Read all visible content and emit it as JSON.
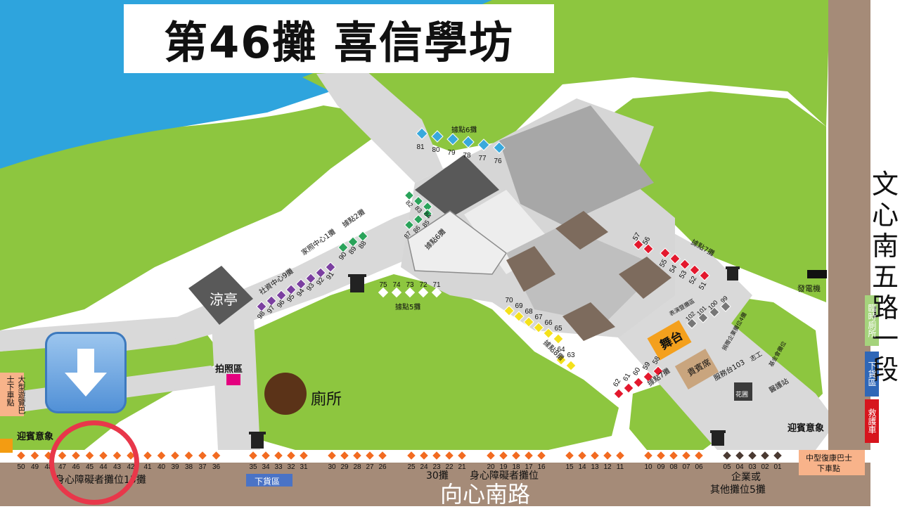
{
  "title": "第46攤 喜信學坊",
  "road_vertical": [
    "文",
    "心",
    "南",
    "五",
    "路",
    "一",
    "段"
  ],
  "road_bottom": "向心南路",
  "pavilion_label": "涼亭",
  "toilet_label": "廁所",
  "photo_label": "拍照區",
  "stage_label": "舞台",
  "vip_area_label": "貴賓席",
  "generator_label": "發電機",
  "welcome_left": "迎賓意象",
  "welcome_right": "迎賓意象",
  "big_bus_label": "大型遊覽巴士下車點",
  "mid_bus_label": [
    "中型復康巴士",
    "下車點"
  ],
  "unloading_label": "下貨區",
  "side_labels": {
    "toilet_temp": "臨時廁所",
    "unloading": "下貨區",
    "ambulance": "救護車"
  },
  "bottom_notes": {
    "disability_15": "身心障礙者攤位15攤",
    "booths_30": "30攤",
    "disability_right": "身心障礙者攤位",
    "enterprise": "企業或",
    "other_5": "其他攤位5攤"
  },
  "zone_labels": {
    "point6_top": "據點6攤",
    "point6_mid": "據點6攤",
    "point2": "據點2攤",
    "family_center": "家照中心1攤",
    "social_center": "社資中心9攤",
    "point5": "據點5攤",
    "point8": "據點8攤",
    "point7_right": "據點7攤",
    "point7_lower": "據點7攤",
    "stage_booths": "表演暨攤區",
    "service": "服務台103",
    "volunteer": "志工",
    "first_aid": "醫護站",
    "flower": "花圃",
    "enterprise_side": "捐贈企業攤位4攤",
    "ji_jin": "基金會攤位"
  },
  "booth_numbers": {
    "bottom_left_a": [
      "50",
      "49",
      "48",
      "47",
      "46",
      "45",
      "44",
      "43",
      "42"
    ],
    "bottom_left_b": [
      "41",
      "40",
      "39",
      "38",
      "37",
      "36"
    ],
    "bottom_mid_a": [
      "35",
      "34",
      "33",
      "32",
      "31"
    ],
    "bottom_mid_b": [
      "30",
      "29",
      "28",
      "27",
      "26"
    ],
    "bottom_mid_c": [
      "25",
      "24",
      "23",
      "22",
      "21"
    ],
    "bottom_mid_d": [
      "20",
      "19",
      "18",
      "17",
      "16"
    ],
    "bottom_mid_e": [
      "15",
      "14",
      "13",
      "12",
      "11"
    ],
    "bottom_mid_f": [
      "10",
      "09",
      "08",
      "07",
      "06"
    ],
    "bottom_right": [
      "05",
      "04",
      "03",
      "02",
      "01"
    ],
    "top_row": [
      "81",
      "80",
      "79",
      "78",
      "77",
      "76"
    ],
    "green_top": [
      "82",
      "83",
      "84"
    ],
    "green_mid": [
      "87",
      "86",
      "85"
    ],
    "purple_row": [
      "98",
      "97",
      "96",
      "95",
      "94",
      "93",
      "92",
      "91"
    ],
    "green_row": [
      "90",
      "89",
      "88"
    ],
    "row_75": [
      "75",
      "74",
      "73",
      "72",
      "71"
    ],
    "yellow_row": [
      "70",
      "69",
      "68",
      "67",
      "66",
      "65"
    ],
    "yellow_small": [
      "64",
      "63"
    ],
    "red_top": [
      "57",
      "56"
    ],
    "red_row": [
      "55",
      "54",
      "53",
      "52",
      "51"
    ],
    "red_low": [
      "62",
      "61",
      "60",
      "59",
      "58"
    ],
    "stage_nums": [
      "102",
      "101",
      "100",
      "99"
    ]
  },
  "colors": {
    "water": "#2ea4dd",
    "grass": "#8dc63f",
    "path": "#dcdcdc",
    "road": "#a58b78",
    "orange_booth": "#f26b21",
    "blue_booth": "#39a9dc",
    "green_booth": "#2aa35a",
    "purple_booth": "#7b3fa0",
    "yellow_booth": "#f4e11b",
    "red_booth": "#e3182d",
    "circle": "#e8374a"
  }
}
